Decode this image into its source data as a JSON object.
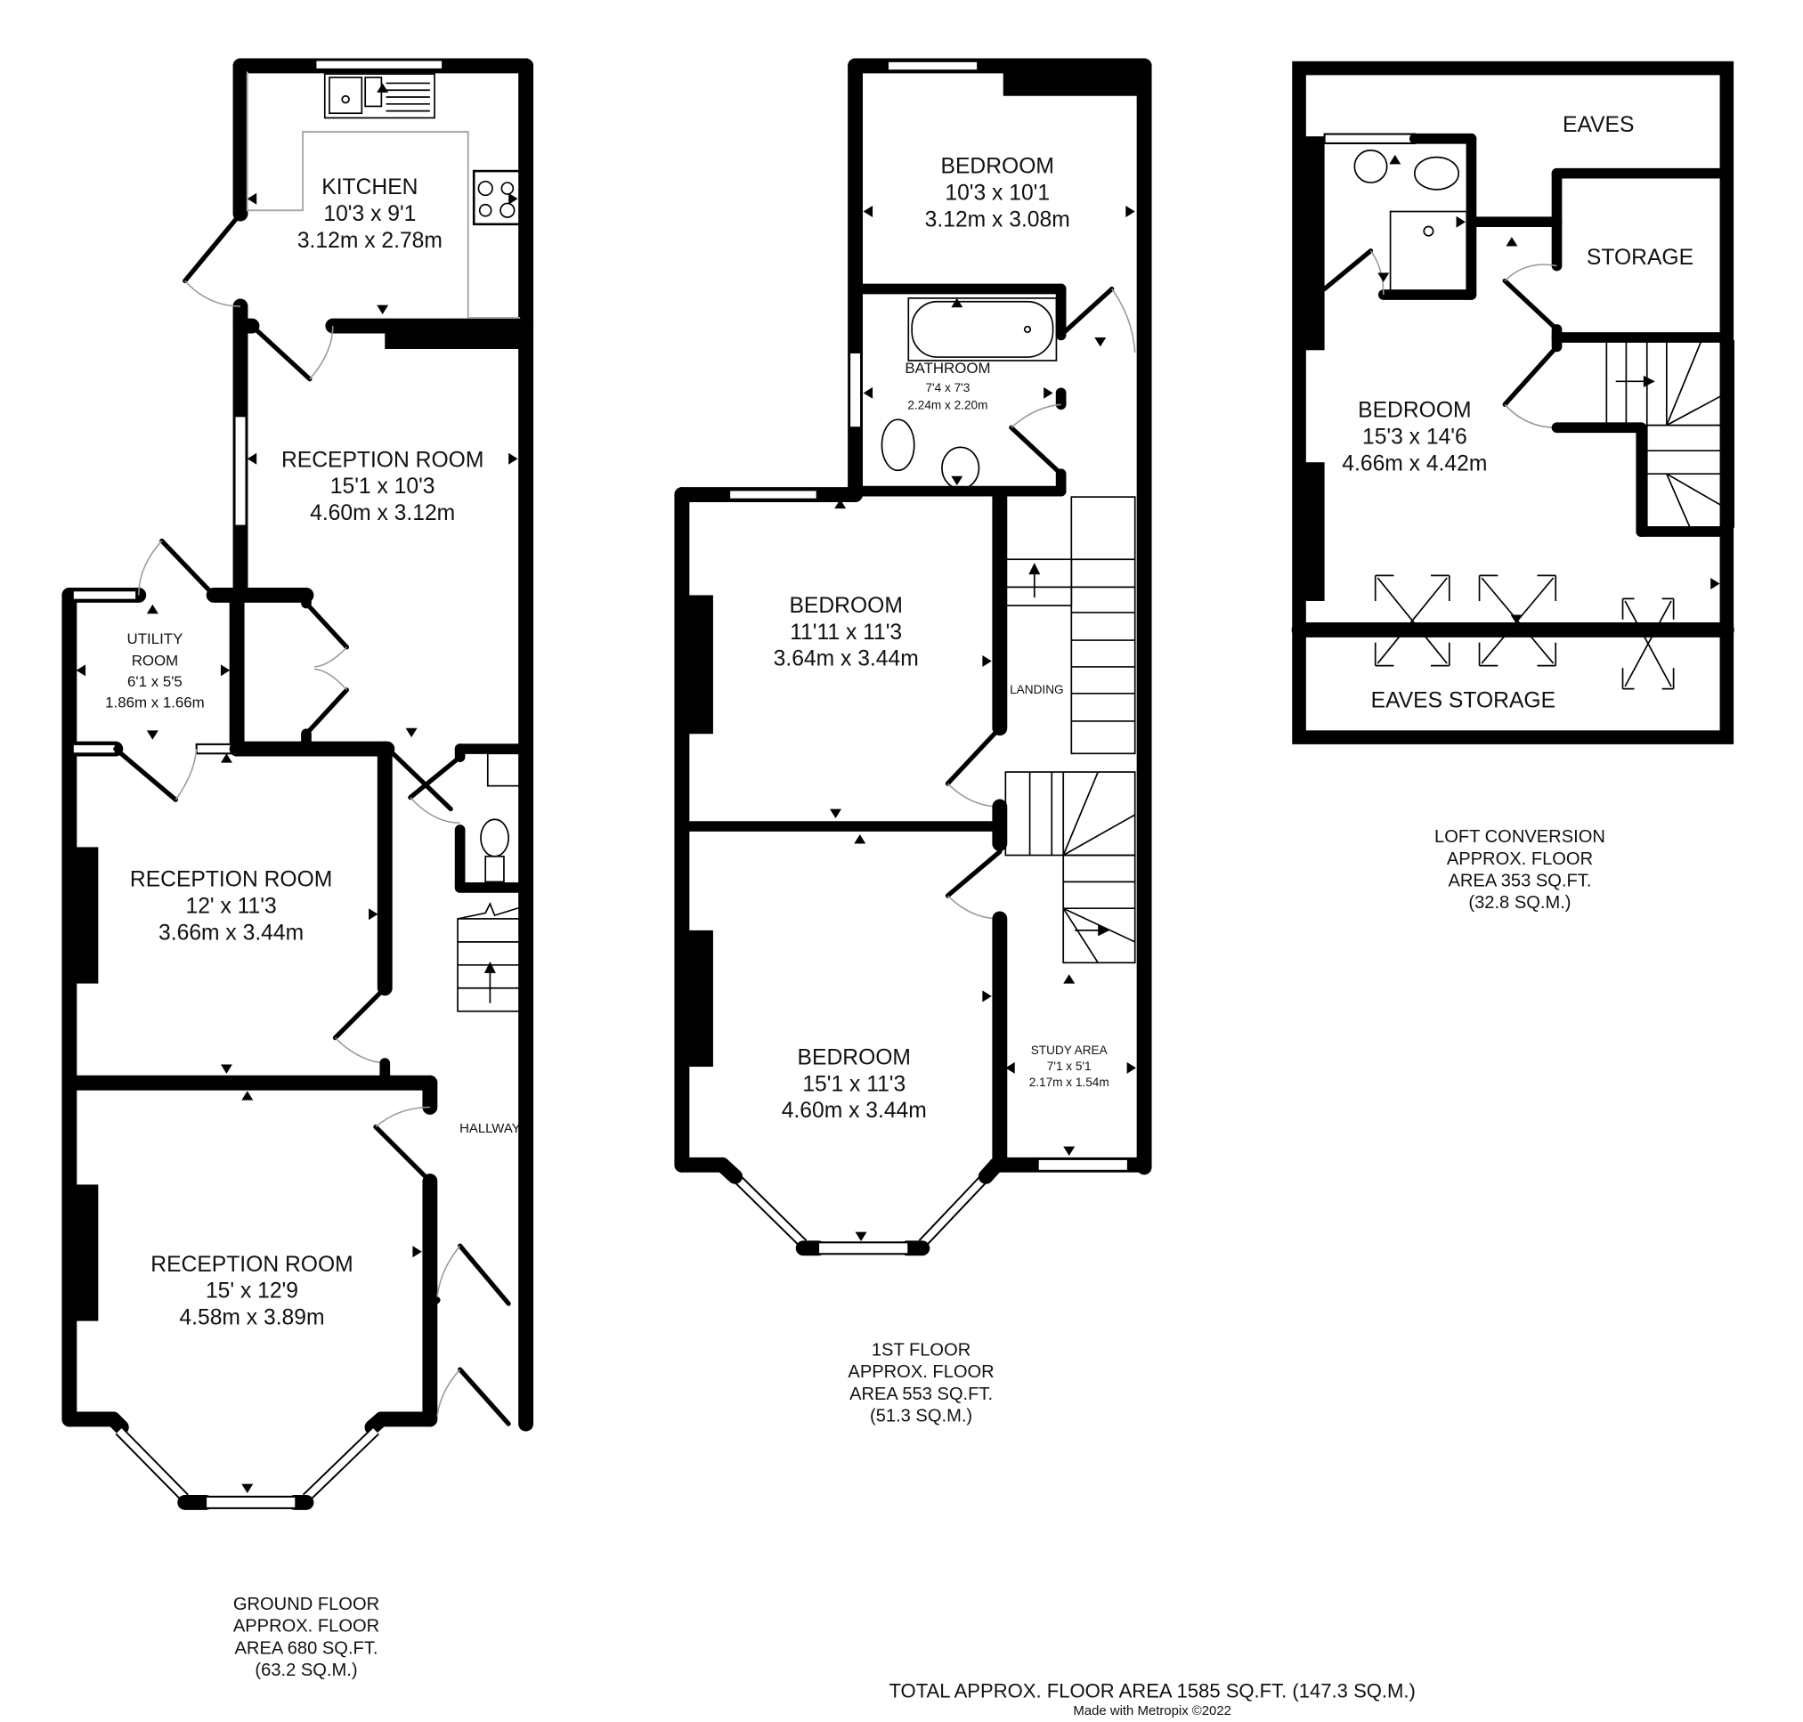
{
  "plan": {
    "ground_floor": {
      "rooms": {
        "kitchen": {
          "name": "KITCHEN",
          "imperial": "10'3 x 9'1",
          "metric": "3.12m x 2.78m"
        },
        "reception_1": {
          "name": "RECEPTION ROOM",
          "imperial": "15'1 x 10'3",
          "metric": "4.60m x 3.12m"
        },
        "utility": {
          "name_line1": "UTILITY",
          "name_line2": "ROOM",
          "imperial": "6'1 x 5'5",
          "metric": "1.86m x 1.66m"
        },
        "reception_2": {
          "name": "RECEPTION ROOM",
          "imperial": "12' x 11'3",
          "metric": "3.66m x 3.44m"
        },
        "reception_3": {
          "name": "RECEPTION ROOM",
          "imperial": "15' x 12'9",
          "metric": "4.58m x 3.89m"
        },
        "hallway": {
          "name": "HALLWAY"
        }
      },
      "caption": [
        "GROUND FLOOR",
        "APPROX. FLOOR",
        "AREA 680 SQ.FT.",
        "(63.2 SQ.M.)"
      ]
    },
    "first_floor": {
      "rooms": {
        "bedroom_rear": {
          "name": "BEDROOM",
          "imperial": "10'3 x 10'1",
          "metric": "3.12m x 3.08m"
        },
        "bathroom": {
          "name": "BATHROOM",
          "imperial": "7'4 x 7'3",
          "metric": "2.24m x 2.20m"
        },
        "bedroom_middle": {
          "name": "BEDROOM",
          "imperial": "11'11 x 11'3",
          "metric": "3.64m x 3.44m"
        },
        "bedroom_front": {
          "name": "BEDROOM",
          "imperial": "15'1 x 11'3",
          "metric": "4.60m x 3.44m"
        },
        "landing": {
          "name": "LANDING"
        },
        "study": {
          "name": "STUDY AREA",
          "imperial": "7'1 x 5'1",
          "metric": "2.17m x 1.54m"
        }
      },
      "caption": [
        "1ST FLOOR",
        "APPROX. FLOOR",
        "AREA 553 SQ.FT.",
        "(51.3 SQ.M.)"
      ]
    },
    "loft": {
      "rooms": {
        "eaves": {
          "name": "EAVES"
        },
        "storage": {
          "name": "STORAGE"
        },
        "bedroom": {
          "name": "BEDROOM",
          "imperial": "15'3 x 14'6",
          "metric": "4.66m x 4.42m"
        },
        "eaves_storage": {
          "name": "EAVES STORAGE"
        }
      },
      "caption": [
        "LOFT CONVERSION",
        "APPROX. FLOOR",
        "AREA 353 SQ.FT.",
        "(32.8 SQ.M.)"
      ]
    },
    "total": "TOTAL APPROX. FLOOR AREA 1585 SQ.FT. (147.3 SQ.M.)",
    "credit": "Made with Metropix ©2022",
    "colors": {
      "wall": "#000000",
      "background": "#ffffff",
      "fixture_outline": "#a8a8a8"
    }
  }
}
